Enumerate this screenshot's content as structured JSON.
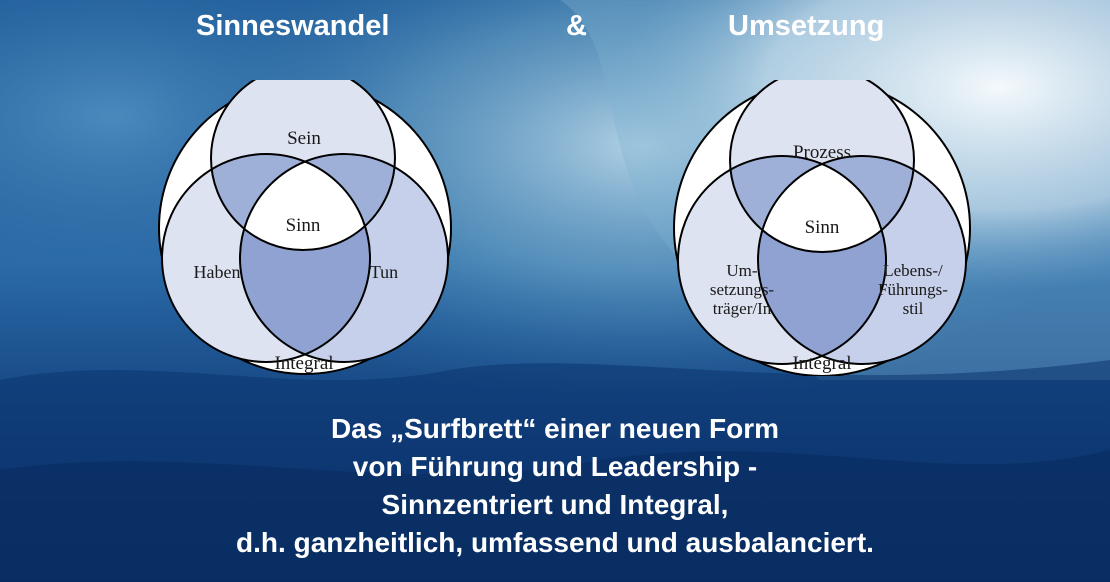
{
  "headings": {
    "left": "Sinneswandel",
    "amp": "&",
    "right": "Umsetzung"
  },
  "diagrams": [
    {
      "top": "Sein",
      "left": [
        "Haben"
      ],
      "right": [
        "Tun"
      ],
      "center": "Sinn",
      "outer": "Integral"
    },
    {
      "top": "Prozess",
      "left": [
        "Um-",
        "setzungs-",
        "träger/In"
      ],
      "right": [
        "Lebens-/",
        "Führungs-",
        "stil"
      ],
      "center": "Sinn",
      "outer": "Integral"
    }
  ],
  "caption": {
    "line1": "Das „Surfbrett“ einer neuen Form",
    "line2": "von Führung und Leadership -",
    "line3": "Sinnzentriert und Integral,",
    "line4": "d.h. ganzheitlich, umfassend und ausbalanciert."
  },
  "colors": {
    "ocean_deep": "#0a3a78",
    "ocean_mid": "#2e6ea8",
    "wave_light": "#9cc4dc",
    "foam": "#e8f2f8",
    "circle_light": "#dde3f1",
    "circle_mid": "#c6d0ea",
    "overlap_dark": "#8fa2d2",
    "center_white": "#ffffff",
    "outline": "#000000",
    "text_white": "#ffffff"
  }
}
